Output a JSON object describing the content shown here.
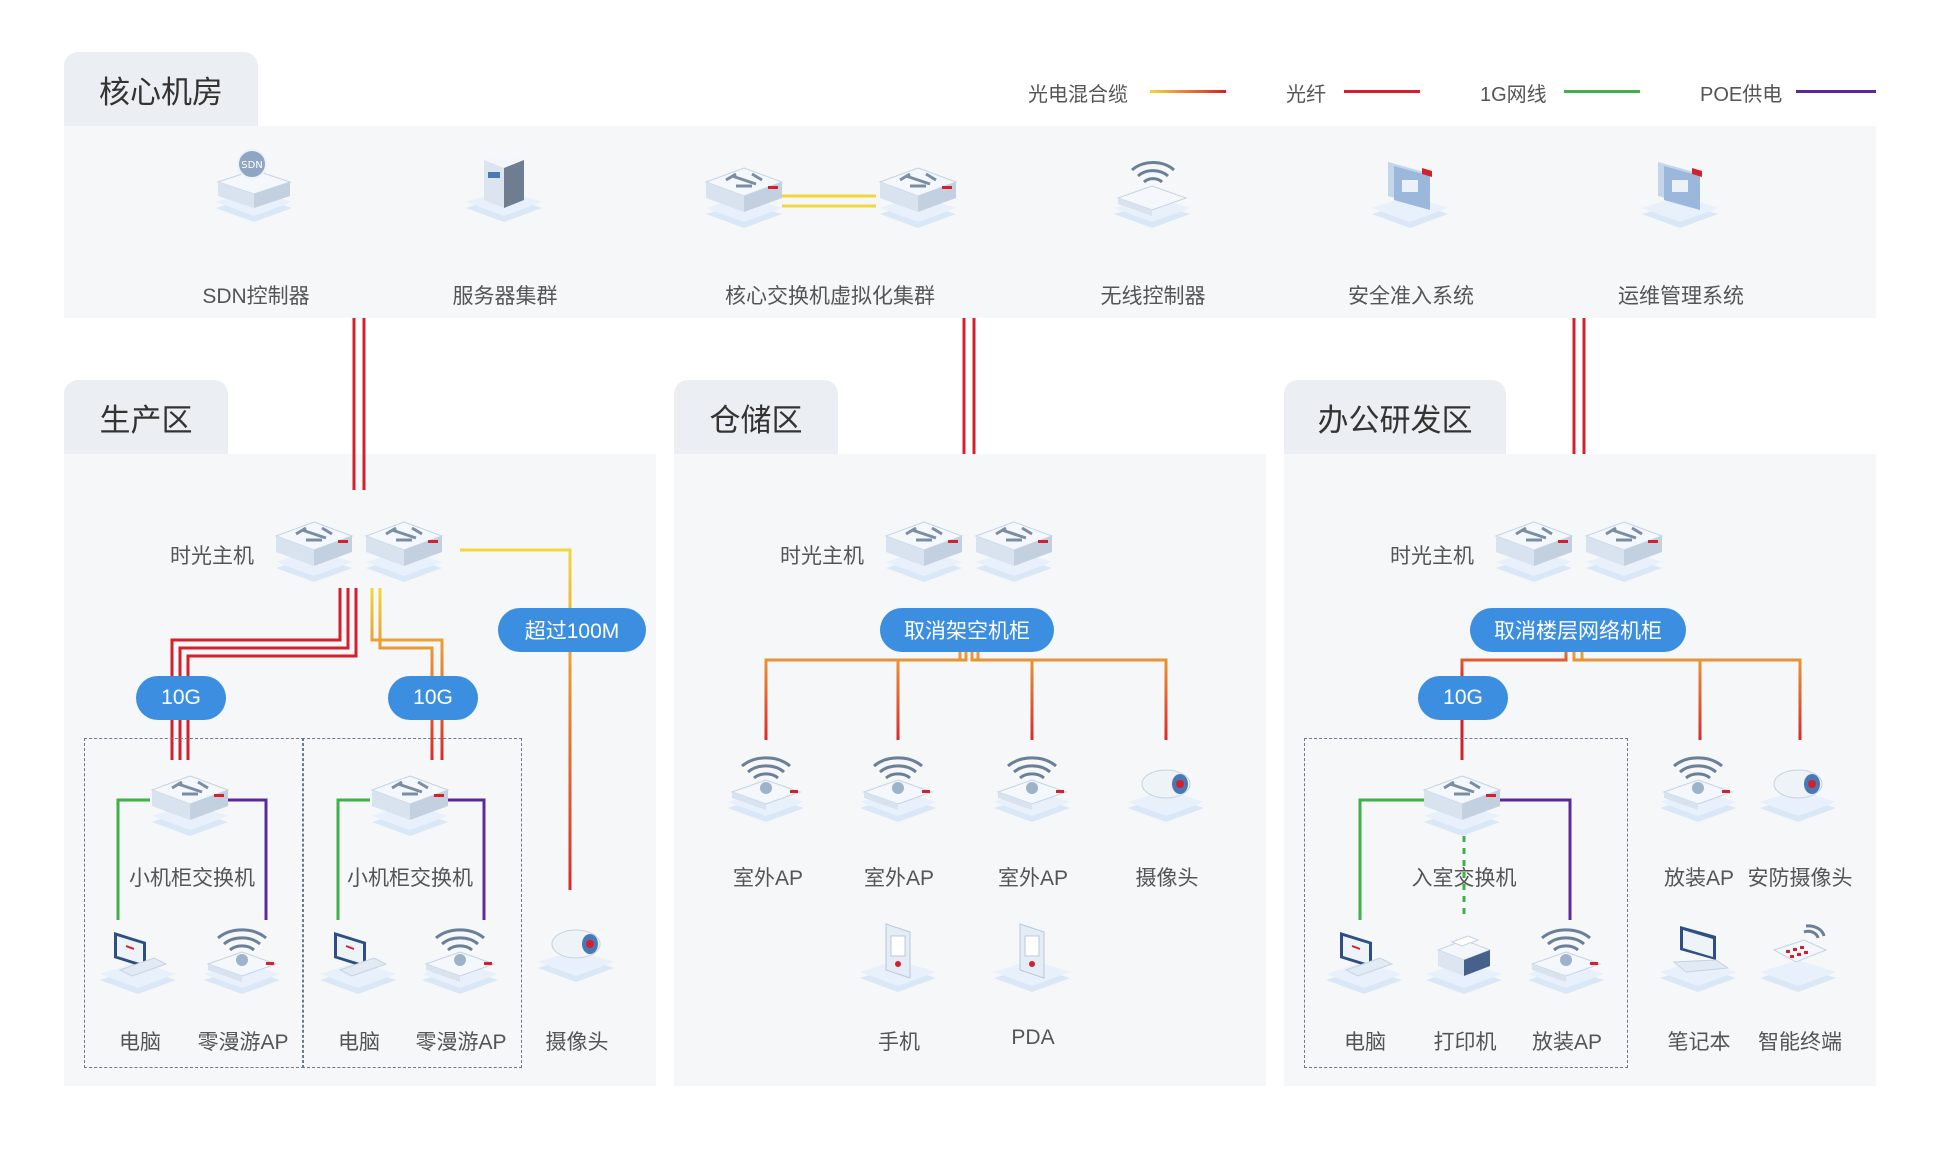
{
  "legend": {
    "hybrid": "光电混合缆",
    "fiber": "光纤",
    "gigabit": "1G网线",
    "poe": "POE供电"
  },
  "colors": {
    "fiber": "#d4202c",
    "hybrid_start": "#f3d63a",
    "gigabit": "#3fb04a",
    "poe": "#5a2a9a",
    "pill": "#3c8fe0"
  },
  "core": {
    "title": "核心机房",
    "items": [
      {
        "label": "SDN控制器",
        "icon": "sdn-controller-icon"
      },
      {
        "label": "服务器集群",
        "icon": "server-cluster-icon"
      },
      {
        "label": "核心交换机虚拟化集群",
        "icon": "core-switch-icon"
      },
      {
        "label": "无线控制器",
        "icon": "wireless-controller-icon"
      },
      {
        "label": "安全准入系统",
        "icon": "security-system-icon"
      },
      {
        "label": "运维管理系统",
        "icon": "ops-system-icon"
      }
    ]
  },
  "production": {
    "title": "生产区",
    "host_label": "时光主机",
    "pill_long": "超过100M",
    "pill_10g_a": "10G",
    "pill_10g_b": "10G",
    "switch_a": "小机柜交换机",
    "switch_b": "小机柜交换机",
    "pc_a": "电脑",
    "ap_a": "零漫游AP",
    "pc_b": "电脑",
    "ap_b": "零漫游AP",
    "camera": "摄像头"
  },
  "warehouse": {
    "title": "仓储区",
    "host_label": "时光主机",
    "pill": "取消架空机柜",
    "ap1": "室外AP",
    "ap2": "室外AP",
    "ap3": "室外AP",
    "camera": "摄像头",
    "phone": "手机",
    "pda": "PDA"
  },
  "office": {
    "title": "办公研发区",
    "host_label": "时光主机",
    "pill": "取消楼层网络机柜",
    "pill_10g": "10G",
    "switch": "入室交换机",
    "pc": "电脑",
    "printer": "打印机",
    "ap_in": "放装AP",
    "ap_out": "放装AP",
    "camera": "安防摄像头",
    "laptop": "笔记本",
    "terminal": "智能终端"
  }
}
